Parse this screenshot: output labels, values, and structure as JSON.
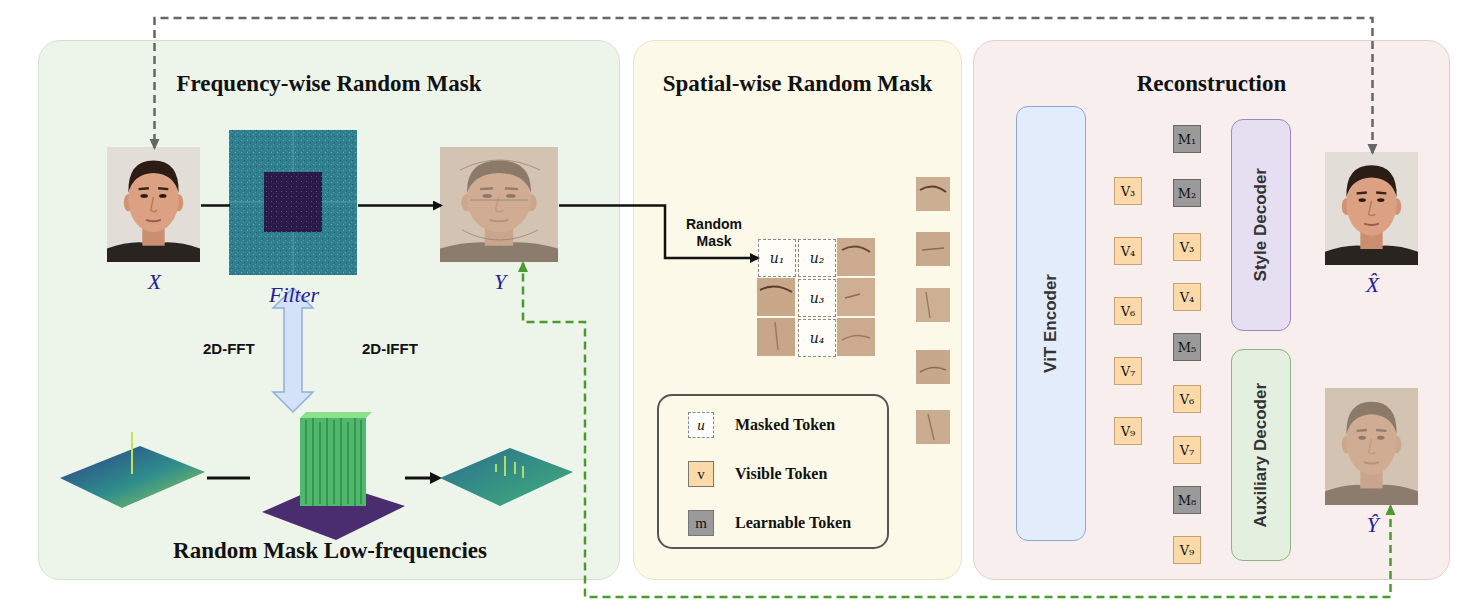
{
  "diagram": {
    "nodes": [
      {
        "text": [
          "Frequency-wise Random Mask"
        ]
      },
      {
        "text": [
          "X"
        ],
        "in": 0
      },
      {
        "text": [
          "Filter"
        ],
        "in": 0
      },
      {
        "text": [
          "Y"
        ],
        "in": 0
      },
      {
        "text": [
          "Spatial-wise Random Mask"
        ]
      },
      {
        "text": [
          "u₁"
        ],
        "in": 4
      },
      {
        "text": [
          "u₂"
        ],
        "in": 4
      },
      {
        "text": [
          "u₃"
        ],
        "in": 4
      },
      {
        "text": [
          "u₄"
        ],
        "in": 4
      },
      {
        "text": [
          "Reconstruction"
        ]
      },
      {
        "text": [
          "ViT Encoder"
        ],
        "in": 9
      },
      {
        "text": [
          "V₃"
        ],
        "in": 9
      },
      {
        "text": [
          "V₄"
        ],
        "in": 9
      },
      {
        "text": [
          "V₆"
        ],
        "in": 9
      },
      {
        "text": [
          "V₇"
        ],
        "in": 9
      },
      {
        "text": [
          "V₉"
        ],
        "in": 9
      },
      {
        "text": [
          "M₁"
        ],
        "in": 9
      },
      {
        "text": [
          "M₂"
        ],
        "in": 9
      },
      {
        "text": [
          "V₃"
        ],
        "in": 9
      },
      {
        "text": [
          "V₄"
        ],
        "in": 9
      },
      {
        "text": [
          "M₅"
        ],
        "in": 9
      },
      {
        "text": [
          "V₆"
        ],
        "in": 9
      },
      {
        "text": [
          "V₇"
        ],
        "in": 9
      },
      {
        "text": [
          "M₈"
        ],
        "in": 9
      },
      {
        "text": [
          "V₉"
        ],
        "in": 9
      },
      {
        "text": [
          "Style Decoder"
        ],
        "in": 9
      },
      {
        "text": [
          "Auxiliary Decoder"
        ],
        "in": 9
      },
      {
        "text": [
          "X̂"
        ],
        "in": 9
      },
      {
        "text": [
          "Ŷ"
        ],
        "in": 9
      }
    ],
    "edges": [
      {
        "from": 1,
        "to": 2,
        "arrow": "none"
      },
      {
        "from": 2,
        "to": 3,
        "arrow": "to"
      },
      {
        "from": 3,
        "to": 5,
        "arrow": "to",
        "label": "Random Mask"
      },
      {
        "from": 27,
        "to": 1,
        "arrow": "both"
      },
      {
        "from": 28,
        "to": 3,
        "arrow": "both"
      }
    ],
    "labels": [
      "2D-FFT",
      "2D-IFFT",
      "Random Mask Low-frequencies",
      "u",
      "v",
      "m"
    ],
    "legend": [
      {
        "text": "Masked Token"
      },
      {
        "text": "Visible Token",
        "color": "#fbd9a8"
      },
      {
        "text": "Learnable Token",
        "color": "#9a9a9a"
      }
    ]
  }
}
